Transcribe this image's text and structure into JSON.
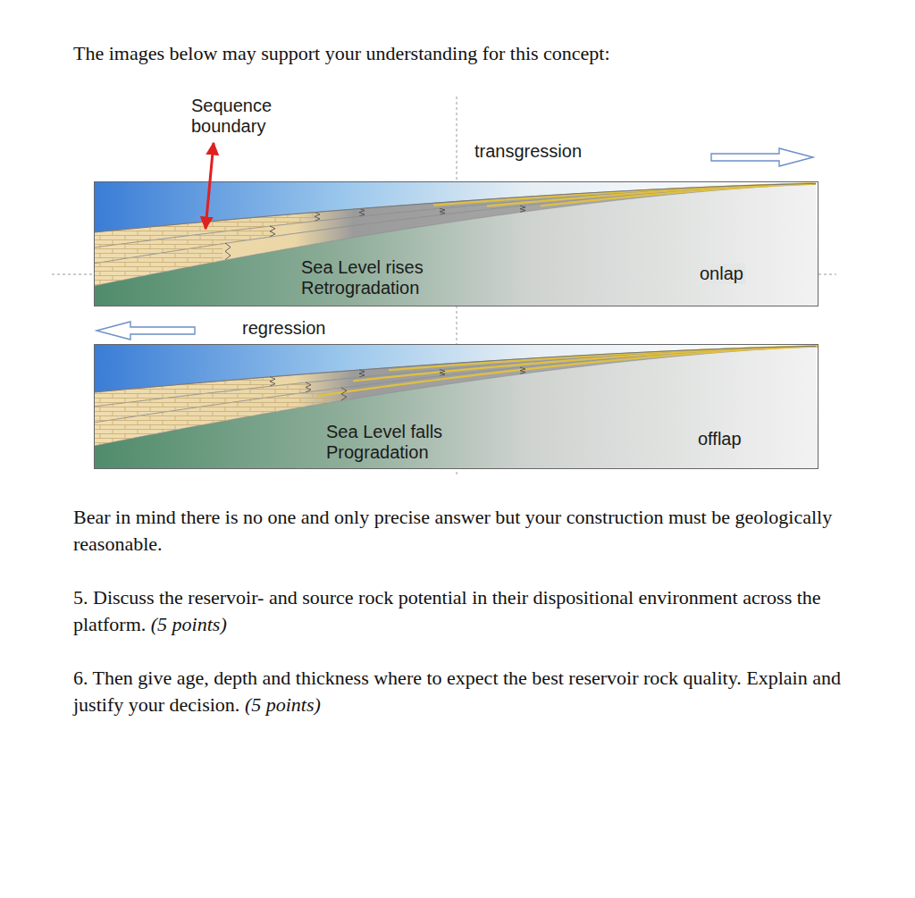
{
  "diagram": {
    "nodes": [
      {
        "text": [
          "Sea Level rises Retrogradation",
          "onlap"
        ]
      },
      {
        "text": [
          "Sea Level falls Progradation",
          "offlap"
        ]
      }
    ],
    "labels": [
      "The images below may support your understanding for this concept:",
      "Sequence boundary",
      "transgression",
      "regression",
      "Bear in mind there is no one and only precise answer but your construction must be geologically reasonable.",
      "5. Discuss the reservoir- and source rock potential in their dispositional environment across the platform. (5 points)",
      "6. Then give age, depth and thickness where to expect the best reservoir rock quality. Explain and justify your decision. (5 points)"
    ]
  }
}
